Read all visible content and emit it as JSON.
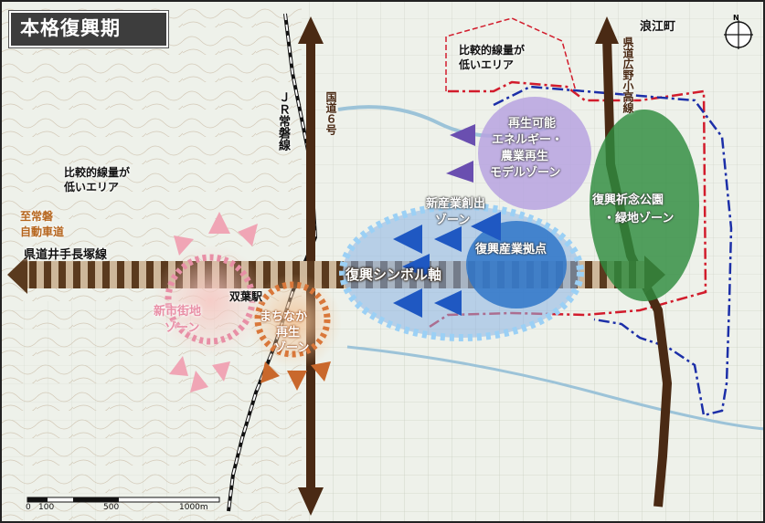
{
  "title": "本格復興期",
  "labels": {
    "town_east": "浪江町",
    "north_mark": "N",
    "low_dose_north": [
      "比較的線量が",
      "低いエリア"
    ],
    "low_dose_west": [
      "比較的線量が",
      "低いエリア"
    ],
    "expressway": [
      "至常磐",
      "自動車道"
    ],
    "pref_road_west": "県道井手長塚線",
    "jr_line": "ＪＲ常磐線",
    "route6": "国道６号",
    "pref_road_east": "県道広野小高線",
    "station": "双葉駅",
    "symbol_axis": "復興シンボル軸"
  },
  "zones": {
    "energy": [
      "再生可能",
      "エネルギー・",
      "農業再生",
      "モデルゾーン"
    ],
    "memorial_park": [
      "復興祈念公園",
      "・緑地ゾーン"
    ],
    "new_industry": [
      "新産業創出",
      "ゾーン"
    ],
    "industry_hub": "復興産業拠点",
    "new_town": [
      "新市街地",
      "ゾーン"
    ],
    "machinaka": [
      "まちなか",
      "再生",
      "ゾーン"
    ]
  },
  "scale_bar": {
    "ticks": [
      "0",
      "100",
      "500",
      "1000m"
    ]
  },
  "colors": {
    "axis_brown": "#5a3a1e",
    "road_brown": "#4a2a14",
    "energy_purple": "#8f6fc7",
    "park_green": "#2e8b3e",
    "industry_blue": "#2f75c8",
    "new_town_pink": "#e88fa6",
    "machinaka_orange": "#d9773a",
    "boundary_red": "#d21c2c",
    "boundary_blue": "#1c2fa8"
  }
}
